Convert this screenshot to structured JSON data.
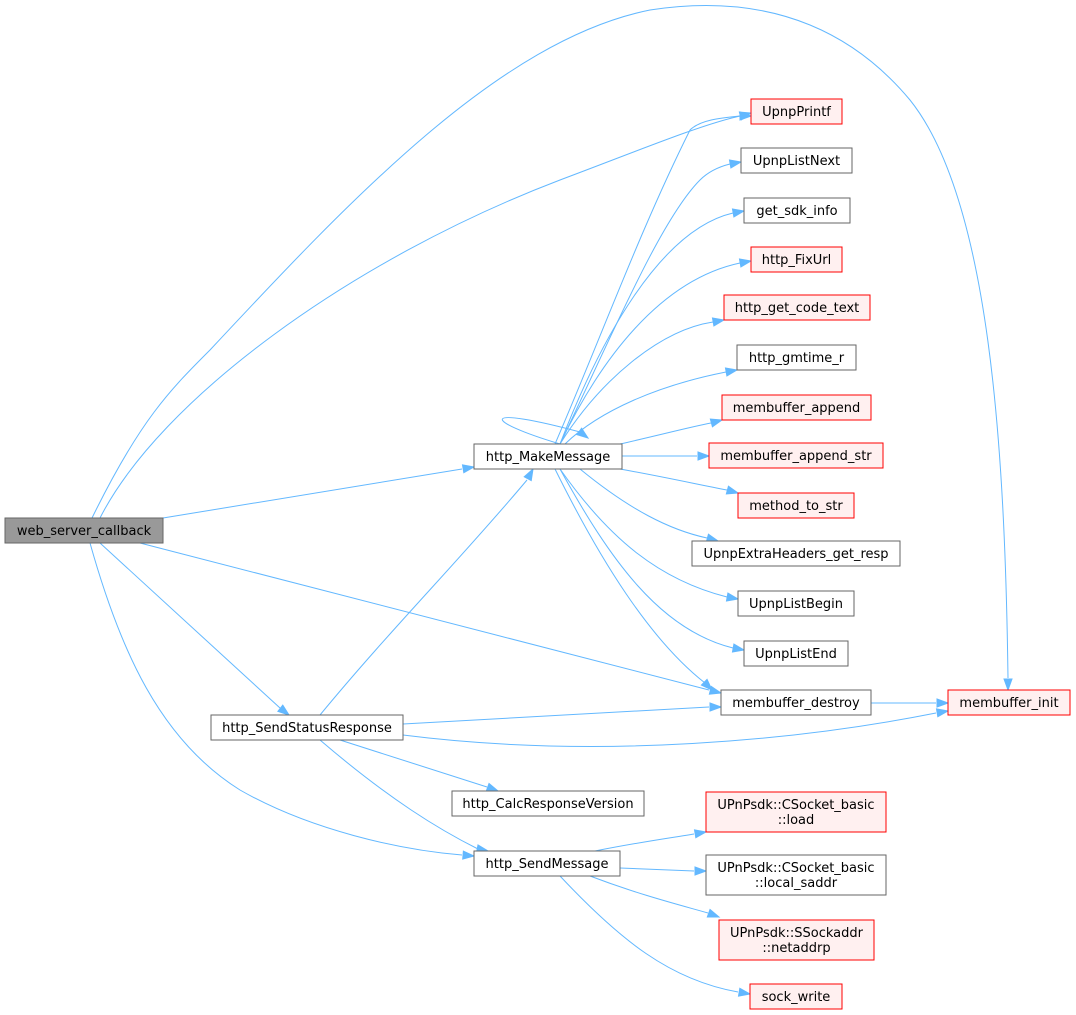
{
  "colors": {
    "edge": "#63b8ff",
    "root_fill": "#999999",
    "root_stroke": "#666666",
    "plain_fill": "#ffffff",
    "plain_stroke": "#666666",
    "red_fill": "#fff0f0",
    "red_stroke": "#ff0000"
  },
  "nodes": {
    "web_server_callback": {
      "lines": [
        "web_server_callback"
      ],
      "style": "root"
    },
    "http_MakeMessage": {
      "lines": [
        "http_MakeMessage"
      ],
      "style": "plain"
    },
    "http_SendStatusResponse": {
      "lines": [
        "http_SendStatusResponse"
      ],
      "style": "plain"
    },
    "http_SendMessage": {
      "lines": [
        "http_SendMessage"
      ],
      "style": "plain"
    },
    "http_CalcResponseVersion": {
      "lines": [
        "http_CalcResponseVersion"
      ],
      "style": "plain"
    },
    "UpnpPrintf": {
      "lines": [
        "UpnpPrintf"
      ],
      "style": "red"
    },
    "UpnpListNext": {
      "lines": [
        "UpnpListNext"
      ],
      "style": "plain"
    },
    "get_sdk_info": {
      "lines": [
        "get_sdk_info"
      ],
      "style": "plain"
    },
    "http_FixUrl": {
      "lines": [
        "http_FixUrl"
      ],
      "style": "red"
    },
    "http_get_code_text": {
      "lines": [
        "http_get_code_text"
      ],
      "style": "red"
    },
    "http_gmtime_r": {
      "lines": [
        "http_gmtime_r"
      ],
      "style": "plain"
    },
    "membuffer_append": {
      "lines": [
        "membuffer_append"
      ],
      "style": "red"
    },
    "membuffer_append_str": {
      "lines": [
        "membuffer_append_str"
      ],
      "style": "red"
    },
    "method_to_str": {
      "lines": [
        "method_to_str"
      ],
      "style": "red"
    },
    "UpnpExtraHeaders_get_resp": {
      "lines": [
        "UpnpExtraHeaders_get_resp"
      ],
      "style": "plain"
    },
    "UpnpListBegin": {
      "lines": [
        "UpnpListBegin"
      ],
      "style": "plain"
    },
    "UpnpListEnd": {
      "lines": [
        "UpnpListEnd"
      ],
      "style": "plain"
    },
    "membuffer_destroy": {
      "lines": [
        "membuffer_destroy"
      ],
      "style": "plain"
    },
    "membuffer_init": {
      "lines": [
        "membuffer_init"
      ],
      "style": "red"
    },
    "CSocket_basic_load": {
      "lines": [
        "UPnPsdk::CSocket_basic",
        "::load"
      ],
      "style": "red"
    },
    "CSocket_basic_local_saddr": {
      "lines": [
        "UPnPsdk::CSocket_basic",
        "::local_saddr"
      ],
      "style": "plain"
    },
    "SSockaddr_netaddrp": {
      "lines": [
        "UPnPsdk::SSockaddr",
        "::netaddrp"
      ],
      "style": "red"
    },
    "sock_write": {
      "lines": [
        "sock_write"
      ],
      "style": "red"
    }
  },
  "edges": [
    {
      "from": "web_server_callback",
      "to": "UpnpPrintf"
    },
    {
      "from": "web_server_callback",
      "to": "membuffer_init"
    },
    {
      "from": "web_server_callback",
      "to": "http_MakeMessage"
    },
    {
      "from": "web_server_callback",
      "to": "membuffer_destroy"
    },
    {
      "from": "web_server_callback",
      "to": "http_SendStatusResponse"
    },
    {
      "from": "web_server_callback",
      "to": "http_SendMessage"
    },
    {
      "from": "http_MakeMessage",
      "to": "UpnpPrintf"
    },
    {
      "from": "http_MakeMessage",
      "to": "UpnpListNext"
    },
    {
      "from": "http_MakeMessage",
      "to": "get_sdk_info"
    },
    {
      "from": "http_MakeMessage",
      "to": "http_FixUrl"
    },
    {
      "from": "http_MakeMessage",
      "to": "http_get_code_text"
    },
    {
      "from": "http_MakeMessage",
      "to": "http_gmtime_r"
    },
    {
      "from": "http_MakeMessage",
      "to": "membuffer_append"
    },
    {
      "from": "http_MakeMessage",
      "to": "membuffer_append_str"
    },
    {
      "from": "http_MakeMessage",
      "to": "method_to_str"
    },
    {
      "from": "http_MakeMessage",
      "to": "UpnpExtraHeaders_get_resp"
    },
    {
      "from": "http_MakeMessage",
      "to": "UpnpListBegin"
    },
    {
      "from": "http_MakeMessage",
      "to": "UpnpListEnd"
    },
    {
      "from": "http_MakeMessage",
      "to": "membuffer_destroy"
    },
    {
      "from": "http_MakeMessage",
      "to": "http_MakeMessage"
    },
    {
      "from": "http_SendStatusResponse",
      "to": "http_MakeMessage"
    },
    {
      "from": "http_SendStatusResponse",
      "to": "membuffer_destroy"
    },
    {
      "from": "http_SendStatusResponse",
      "to": "membuffer_init"
    },
    {
      "from": "http_SendStatusResponse",
      "to": "http_CalcResponseVersion"
    },
    {
      "from": "http_SendStatusResponse",
      "to": "http_SendMessage"
    },
    {
      "from": "membuffer_destroy",
      "to": "membuffer_init"
    },
    {
      "from": "http_SendMessage",
      "to": "CSocket_basic_load"
    },
    {
      "from": "http_SendMessage",
      "to": "CSocket_basic_local_saddr"
    },
    {
      "from": "http_SendMessage",
      "to": "SSockaddr_netaddrp"
    },
    {
      "from": "http_SendMessage",
      "to": "sock_write"
    }
  ]
}
